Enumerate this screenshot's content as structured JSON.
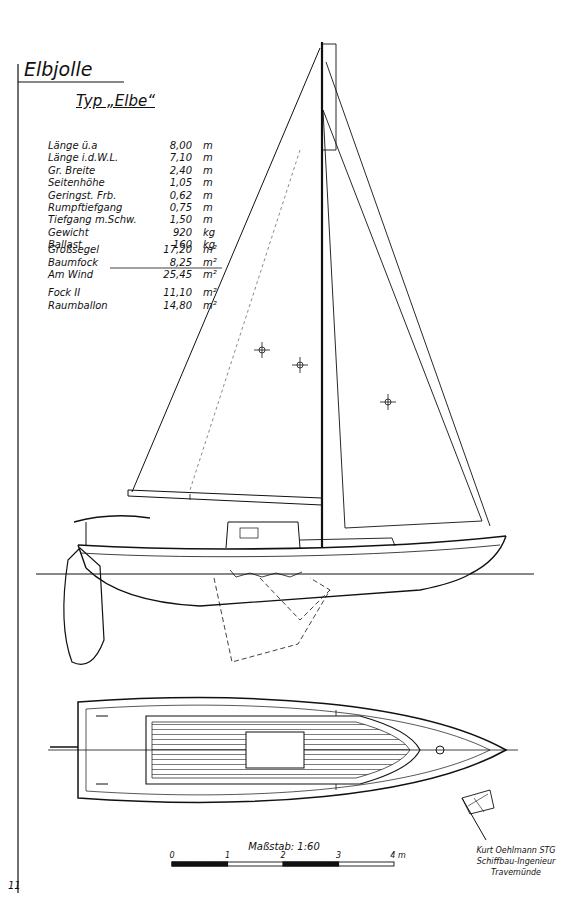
{
  "diagram": {
    "title": "Elbjolle",
    "labels": [
      "Typ „Elbe“",
      "Länge ü.a",
      "8,00",
      "m",
      "Länge i.d.W.L.",
      "7,10",
      "m",
      "Gr. Breite",
      "2,40",
      "m",
      "Seitenhöhe",
      "1,05",
      "m",
      "Geringst. Frb.",
      "0,62",
      "m",
      "Rumpftiefgang",
      "0,75",
      "m",
      "Tiefgang m.Schw.",
      "1,50",
      "m",
      "Gewicht",
      "920",
      "kg",
      "Ballast",
      "160",
      "kg",
      "Großsegel",
      "17,20",
      "m²",
      "Baumfock",
      "8,25",
      "m²",
      "Am Wind",
      "25,45",
      "m²",
      "Fock II",
      "11,10",
      "m²",
      "Raumballon",
      "14,80",
      "m²",
      "Maßstab: 1:60",
      "0",
      "1",
      "2",
      "3",
      "4 m",
      "Kurt Oehlmann STG",
      "Schiffbau-Ingenieur",
      "Travemünde",
      "11"
    ]
  }
}
